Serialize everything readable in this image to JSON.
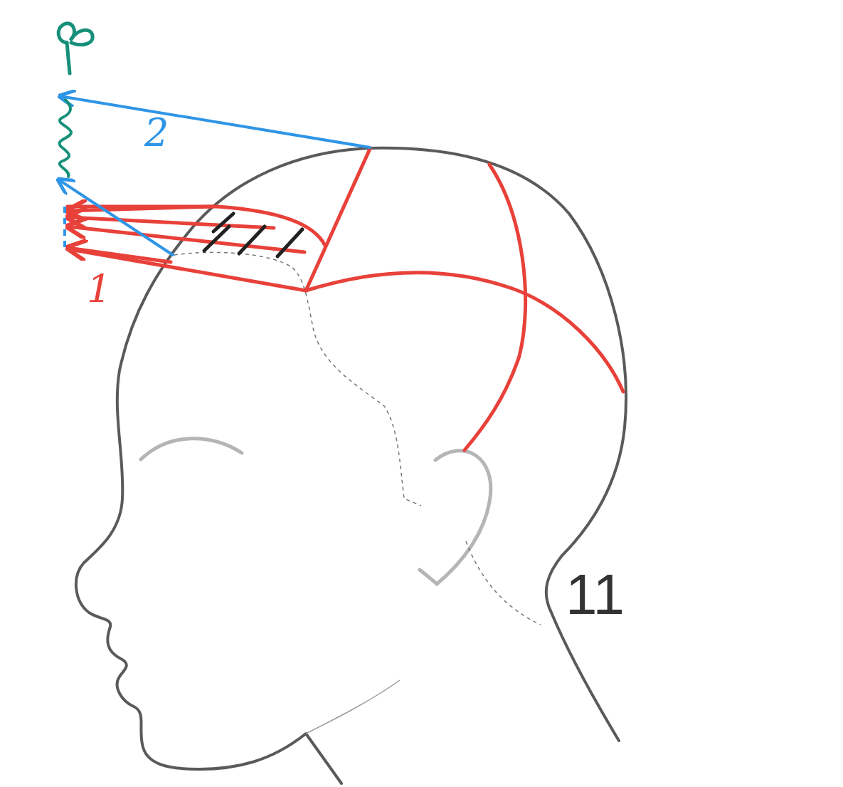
{
  "diagram": {
    "labels": [
      "2",
      "1",
      "11"
    ]
  }
}
